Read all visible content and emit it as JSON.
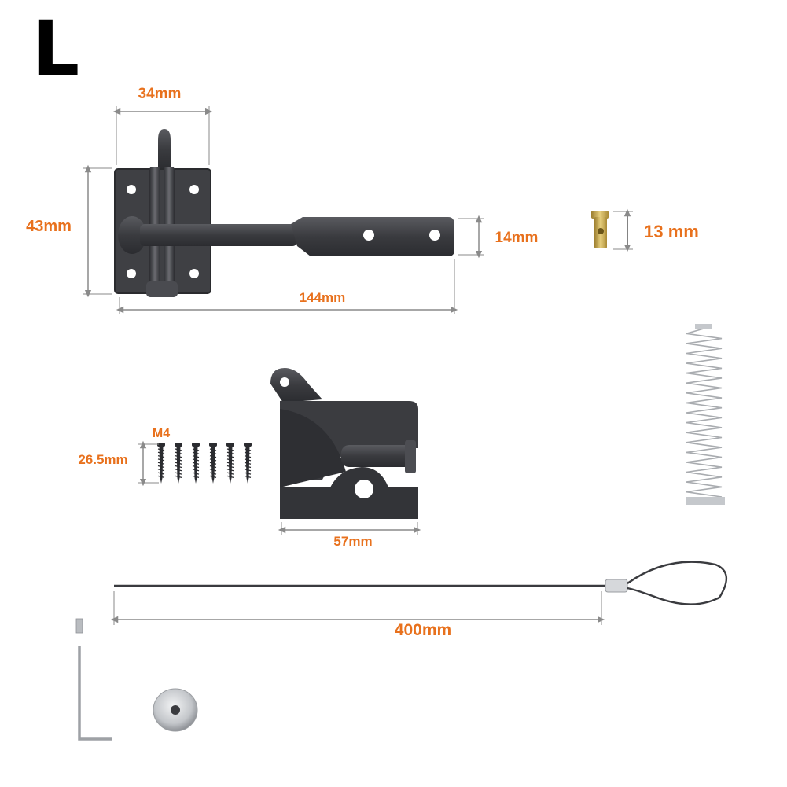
{
  "size_label": "L",
  "colors": {
    "dimension_text": "#e8711d",
    "dimension_line": "#8a8a8a",
    "metal_dark": "#3a3b3f",
    "metal_mid": "#55565b",
    "brass": "#c9a84c",
    "steel": "#b9bcc0"
  },
  "dimensions": {
    "latch_width": "34mm",
    "latch_height": "43mm",
    "bar_width": "14mm",
    "latch_length": "144mm",
    "nut_height": "13 mm",
    "screw_type": "M4",
    "screw_length": "26.5mm",
    "catch_width": "57mm",
    "cable_length": "400mm"
  },
  "parts": [
    {
      "name": "gate-latch-bar",
      "icon": "latch-bar-icon"
    },
    {
      "name": "brass-nut",
      "icon": "barrel-nut-icon"
    },
    {
      "name": "gate-catch",
      "icon": "catch-icon"
    },
    {
      "name": "mounting-screws",
      "icon": "screw-icon",
      "count": 6
    },
    {
      "name": "spring",
      "icon": "spring-icon"
    },
    {
      "name": "pull-cable",
      "icon": "cable-icon"
    },
    {
      "name": "hex-key",
      "icon": "allen-key-icon"
    },
    {
      "name": "washer",
      "icon": "washer-icon"
    }
  ]
}
